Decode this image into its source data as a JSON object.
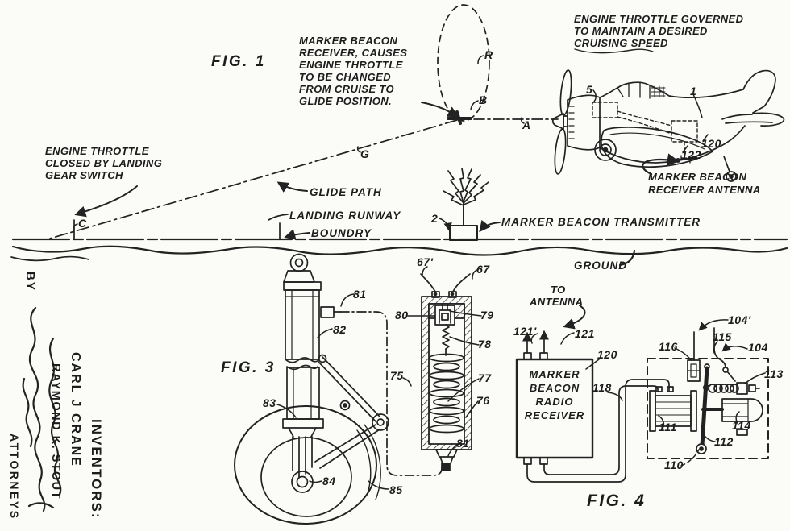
{
  "page": {
    "background": "#fbfbf8",
    "ink": "#222222"
  },
  "figure_labels": {
    "fig1": "FIG. 1",
    "fig3": "FIG. 3",
    "fig4": "FIG. 4"
  },
  "annotations": {
    "throttle_governed": [
      "ENGINE THROTTLE GOVERNED",
      "TO MAINTAIN A DESIRED",
      "CRUISING SPEED"
    ],
    "beacon_receiver_causes": [
      "MARKER BEACON",
      "RECEIVER, CAUSES",
      "ENGINE THROTTLE",
      "TO BE CHANGED",
      "FROM CRUISE TO",
      "GLIDE POSITION."
    ],
    "throttle_closed": [
      "ENGINE THROTTLE",
      "CLOSED BY LANDING",
      "GEAR SWITCH"
    ],
    "glide_path": "GLIDE PATH",
    "landing_runway": "LANDING RUNWAY",
    "boundry": "BOUNDRY",
    "marker_beacon_transmitter": "MARKER BEACON TRANSMITTER",
    "ground": "GROUND",
    "receiver_antenna": [
      "MARKER BEACON",
      "RECEIVER ANTENNA"
    ],
    "to_antenna": [
      "TO",
      "ANTENNA"
    ],
    "receiver_box": [
      "MARKER",
      "BEACON",
      "RADIO",
      "RECEIVER"
    ]
  },
  "reference_numerals": {
    "fig1": {
      "r": "R",
      "b": "B",
      "a": "A",
      "g": "G",
      "c": "C",
      "transmitter": "2",
      "throttle_unit": "5",
      "airplane": "1",
      "receiver": "120",
      "antenna": "122"
    },
    "fig3": {
      "switch": "81",
      "cylinder": "82",
      "fork": "83",
      "axle": "84",
      "tire": "85"
    },
    "switch_detail": {
      "lead_left": "67'",
      "lead_right": "67",
      "contact_left": "80",
      "contact_right": "79",
      "spring": "78",
      "case": "75",
      "discs": "77",
      "wall": "76",
      "terminal": "81"
    },
    "fig4": {
      "antenna_left": "121'",
      "antenna_right": "121",
      "receiver": "120",
      "wires": "118",
      "lead_top": "104'",
      "post": "116",
      "wire": "115",
      "lead_right": "104",
      "contacts": "113",
      "relay": "111",
      "lever": "112",
      "solenoid": "114",
      "unit": "110"
    }
  },
  "signature_block": {
    "by": "BY",
    "inventors_heading": "INVENTORS:",
    "inventor_1": "CARL J CRANE",
    "inventor_2": "RAYMOND K. STOUT",
    "attorneys": "ATTORNEYS"
  }
}
